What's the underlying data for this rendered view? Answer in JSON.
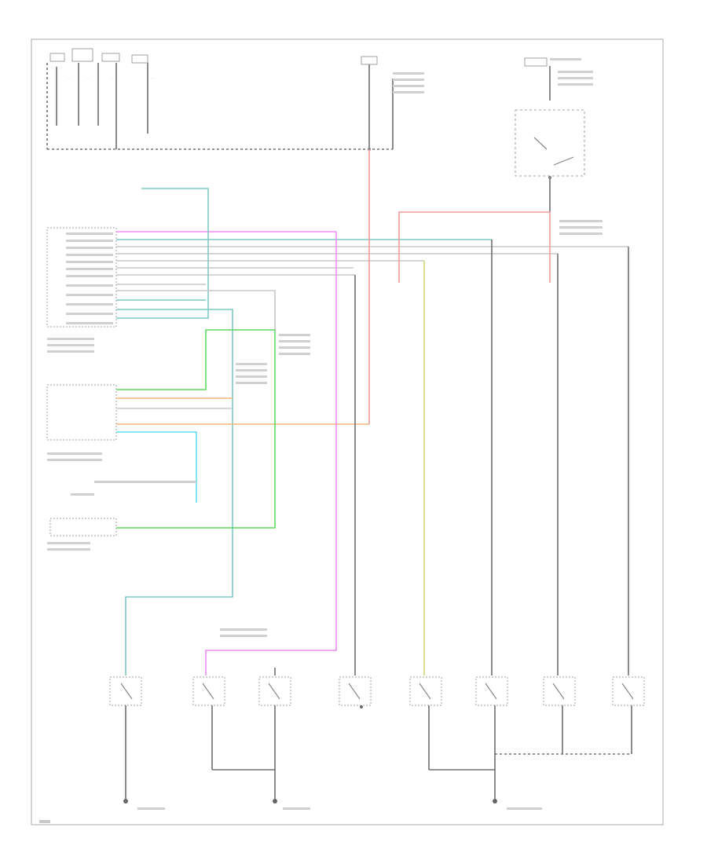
{
  "diagram": {
    "title": "",
    "corner_mark": "",
    "colors": {
      "frame": "#b8b8b8",
      "wire_gray": "#9a9a9a",
      "wire_pink": "#f08cf0",
      "wire_red": "#f29a9a",
      "wire_teal": "#7fc9c5",
      "wire_green": "#5fd95f",
      "wire_orange": "#f3b47f",
      "wire_yellow": "#d4d67a",
      "wire_cyan": "#5fe0f0"
    },
    "components": [
      "fuse-group-top-left",
      "fuse-top-center",
      "fuse-top-right-relay",
      "generic-electronic-module",
      "multi-function-switch",
      "instrument-cluster",
      "door-switch-1",
      "door-switch-2",
      "door-switch-3",
      "door-switch-4",
      "door-switch-5",
      "door-switch-6",
      "door-switch-7",
      "door-switch-8",
      "ground-left",
      "ground-center",
      "ground-right"
    ]
  }
}
